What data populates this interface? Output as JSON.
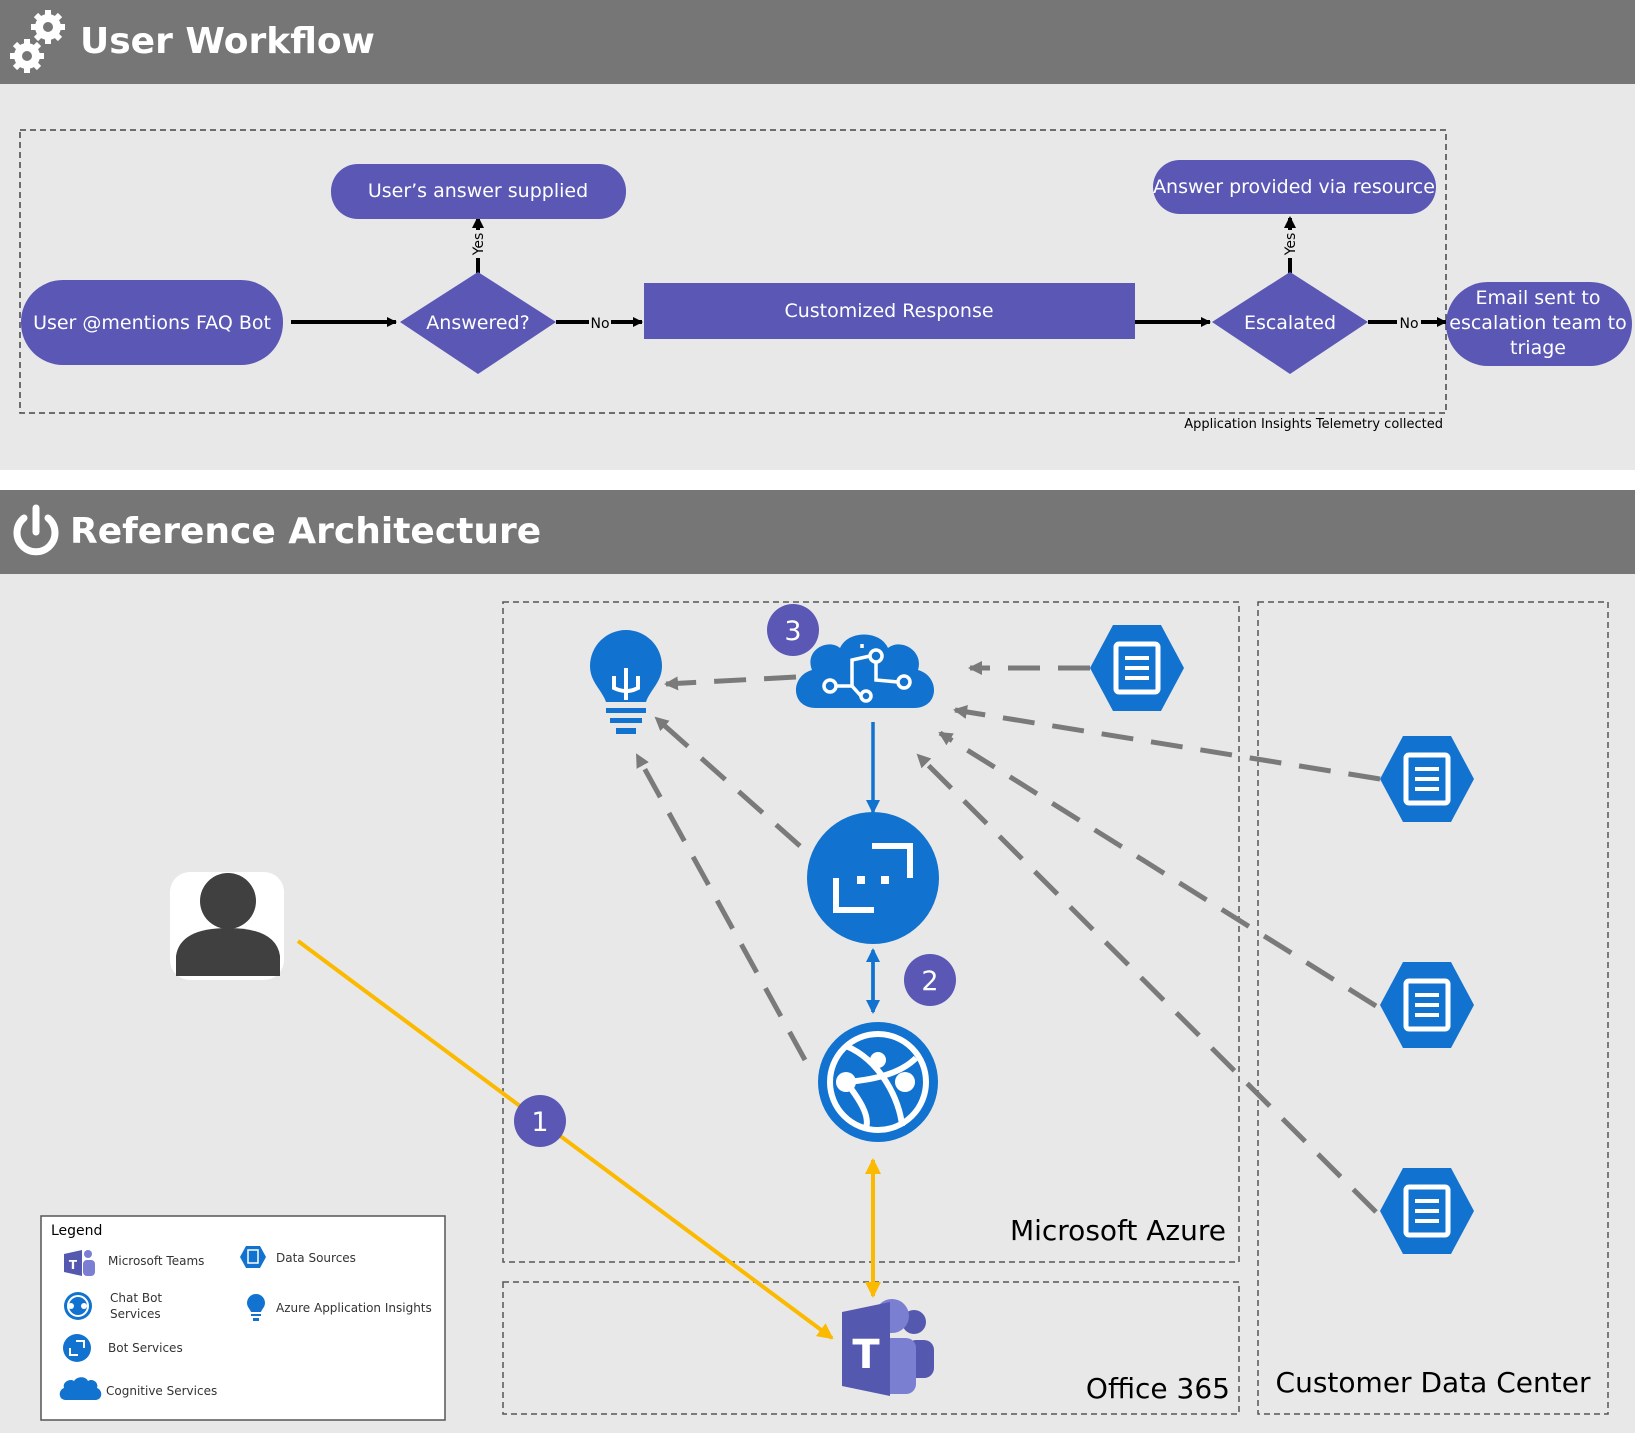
{
  "workflow": {
    "title": "User Workflow",
    "nodes": {
      "start": "User @mentions FAQ Bot",
      "answered": "Answered?",
      "answer_supplied": "User’s answer supplied",
      "customized": "Customized Response",
      "escalated": "Escalated",
      "resource": "Answer provided via resource",
      "email_1": "Email sent to",
      "email_2": "escalation team to",
      "email_3": "triage"
    },
    "labels": {
      "yes": "Yes",
      "no": "No"
    },
    "telemetry_note": "Application Insights Telemetry collected"
  },
  "architecture": {
    "title": "Reference Architecture",
    "regions": {
      "azure": "Microsoft Azure",
      "office": "Office 365",
      "datacenter": "Customer Data Center"
    },
    "steps": {
      "one": "1",
      "two": "2",
      "three": "3"
    }
  },
  "legend": {
    "title": "Legend",
    "teams": "Microsoft Teams",
    "chatbot_1": "Chat Bot",
    "chatbot_2": "Services",
    "botservices": "Bot Services",
    "cognitive": "Cognitive Services",
    "datasources": "Data Sources",
    "insights": "Azure Application Insights"
  },
  "colors": {
    "banner": "#767676",
    "panel": "#e8e8e8",
    "purple": "#5a57b5",
    "azure_blue": "#1173cf",
    "teams_purple": "#5558af",
    "yellow": "#fbb900",
    "dash_gray": "#7a7a7a"
  }
}
